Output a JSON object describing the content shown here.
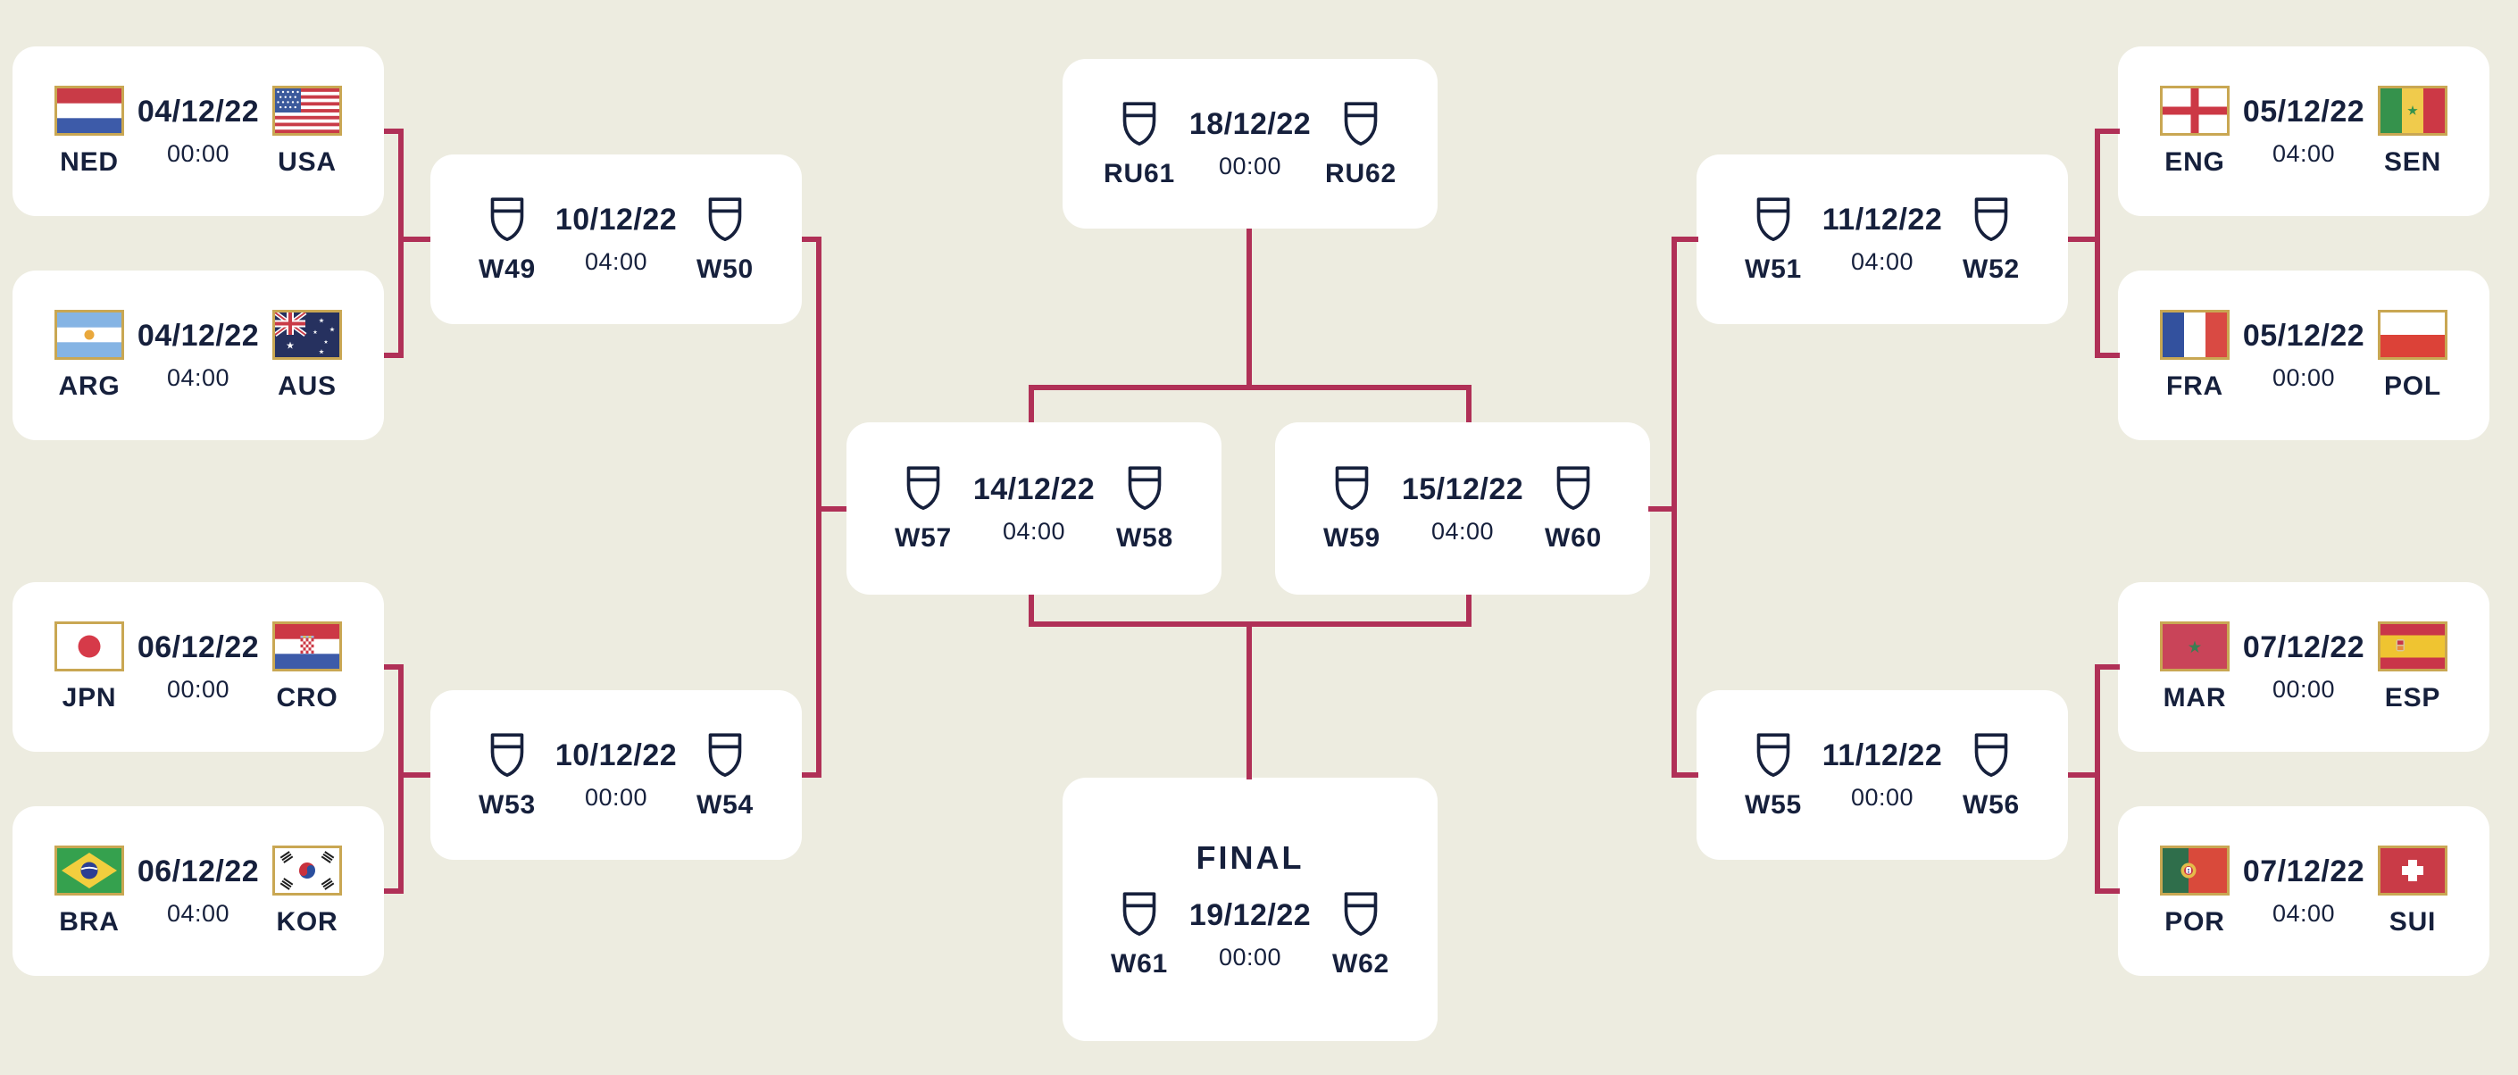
{
  "theme": {
    "background": "#EDECE0",
    "card": "#FFFFFF",
    "connector_line": "#B03057",
    "text_navy": "#16203C",
    "flag_frame_gold": "#C9A753"
  },
  "bracket": {
    "r16_left": [
      {
        "team1": {
          "code": "NED",
          "icon": "ned-flag-icon"
        },
        "date": "04/12/22",
        "time": "00:00",
        "team2": {
          "code": "USA",
          "icon": "usa-flag-icon"
        }
      },
      {
        "team1": {
          "code": "ARG",
          "icon": "arg-flag-icon"
        },
        "date": "04/12/22",
        "time": "04:00",
        "team2": {
          "code": "AUS",
          "icon": "aus-flag-icon"
        }
      },
      {
        "team1": {
          "code": "JPN",
          "icon": "jpn-flag-icon"
        },
        "date": "06/12/22",
        "time": "00:00",
        "team2": {
          "code": "CRO",
          "icon": "cro-flag-icon"
        }
      },
      {
        "team1": {
          "code": "BRA",
          "icon": "bra-flag-icon"
        },
        "date": "06/12/22",
        "time": "04:00",
        "team2": {
          "code": "KOR",
          "icon": "kor-flag-icon"
        }
      }
    ],
    "qf_left": [
      {
        "team1": {
          "code": "W49",
          "icon": "shield-icon"
        },
        "date": "10/12/22",
        "time": "04:00",
        "team2": {
          "code": "W50",
          "icon": "shield-icon"
        }
      },
      {
        "team1": {
          "code": "W53",
          "icon": "shield-icon"
        },
        "date": "10/12/22",
        "time": "00:00",
        "team2": {
          "code": "W54",
          "icon": "shield-icon"
        }
      }
    ],
    "semifinals": [
      {
        "team1": {
          "code": "W57",
          "icon": "shield-icon"
        },
        "date": "14/12/22",
        "time": "04:00",
        "team2": {
          "code": "W58",
          "icon": "shield-icon"
        }
      },
      {
        "team1": {
          "code": "W59",
          "icon": "shield-icon"
        },
        "date": "15/12/22",
        "time": "04:00",
        "team2": {
          "code": "W60",
          "icon": "shield-icon"
        }
      }
    ],
    "playoff": {
      "team1": {
        "code": "RU61",
        "icon": "shield-icon"
      },
      "date": "18/12/22",
      "time": "00:00",
      "team2": {
        "code": "RU62",
        "icon": "shield-icon"
      }
    },
    "final": {
      "title": "FINAL",
      "team1": {
        "code": "W61",
        "icon": "shield-icon"
      },
      "date": "19/12/22",
      "time": "00:00",
      "team2": {
        "code": "W62",
        "icon": "shield-icon"
      }
    },
    "qf_right": [
      {
        "team1": {
          "code": "W51",
          "icon": "shield-icon"
        },
        "date": "11/12/22",
        "time": "04:00",
        "team2": {
          "code": "W52",
          "icon": "shield-icon"
        }
      },
      {
        "team1": {
          "code": "W55",
          "icon": "shield-icon"
        },
        "date": "11/12/22",
        "time": "00:00",
        "team2": {
          "code": "W56",
          "icon": "shield-icon"
        }
      }
    ],
    "r16_right": [
      {
        "team1": {
          "code": "ENG",
          "icon": "eng-flag-icon"
        },
        "date": "05/12/22",
        "time": "04:00",
        "team2": {
          "code": "SEN",
          "icon": "sen-flag-icon"
        }
      },
      {
        "team1": {
          "code": "FRA",
          "icon": "fra-flag-icon"
        },
        "date": "05/12/22",
        "time": "00:00",
        "team2": {
          "code": "POL",
          "icon": "pol-flag-icon"
        }
      },
      {
        "team1": {
          "code": "MAR",
          "icon": "mar-flag-icon"
        },
        "date": "07/12/22",
        "time": "00:00",
        "team2": {
          "code": "ESP",
          "icon": "esp-flag-icon"
        }
      },
      {
        "team1": {
          "code": "POR",
          "icon": "por-flag-icon"
        },
        "date": "07/12/22",
        "time": "04:00",
        "team2": {
          "code": "SUI",
          "icon": "sui-flag-icon"
        }
      }
    ]
  }
}
